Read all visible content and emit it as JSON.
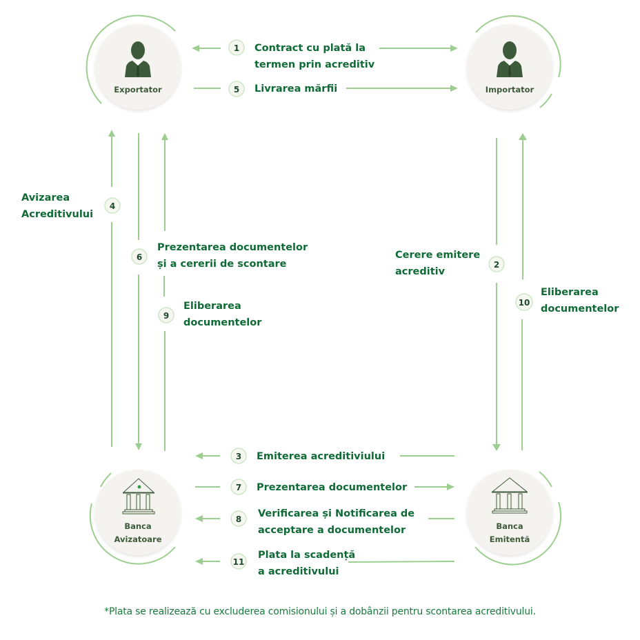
{
  "colors": {
    "line": "#9ccf8f",
    "text_green": "#0f6b35",
    "node_fill": "#f4f3ef",
    "icon_dark": "#3d5a3a",
    "bank_accent": "#2e9e4a"
  },
  "nodes": {
    "exportator": {
      "label": "Exportator",
      "icon": "person-icon"
    },
    "importator": {
      "label": "Importator",
      "icon": "person-icon"
    },
    "banca_avizatoare": {
      "label_line1": "Banca",
      "label_line2": "Avizatoare",
      "icon": "bank-icon"
    },
    "banca_emitenta": {
      "label_line1": "Banca",
      "label_line2": "Emitentă",
      "icon": "bank-icon"
    }
  },
  "steps": [
    {
      "num": "1",
      "lines": [
        "Contract cu plată la",
        "termen prin acreditiv"
      ],
      "from": "Importator",
      "to": "Exportator",
      "bidirectional": true
    },
    {
      "num": "2",
      "lines": [
        "Cerere emitere",
        "acreditiv"
      ],
      "from": "Importator",
      "to": "Banca Emitentă"
    },
    {
      "num": "3",
      "lines": [
        "Emiterea acreditiviului"
      ],
      "from": "Banca Emitentă",
      "to": "Banca Avizatoare"
    },
    {
      "num": "4",
      "lines": [
        "Avizarea",
        "Acreditivului"
      ],
      "from": "Banca Avizatoare",
      "to": "Exportator"
    },
    {
      "num": "5",
      "lines": [
        "Livrarea mărfii"
      ],
      "from": "Exportator",
      "to": "Importator"
    },
    {
      "num": "6",
      "lines": [
        "Prezentarea documentelor",
        "și a cererii de scontare"
      ],
      "from": "Exportator",
      "to": "Banca Avizatoare"
    },
    {
      "num": "7",
      "lines": [
        "Prezentarea documentelor"
      ],
      "from": "Banca Avizatoare",
      "to": "Banca Emitentă"
    },
    {
      "num": "8",
      "lines": [
        "Verificarea și Notificarea de",
        "acceptare a documentelor"
      ],
      "from": "Banca Emitentă",
      "to": "Banca Avizatoare"
    },
    {
      "num": "9",
      "lines": [
        "Eliberarea",
        "documentelor"
      ],
      "from": "Banca Avizatoare",
      "to": "Exportator"
    },
    {
      "num": "10",
      "lines": [
        "Eliberarea",
        "documentelor"
      ],
      "from": "Banca Emitentă",
      "to": "Importator"
    },
    {
      "num": "11",
      "lines": [
        "Plata la scadență",
        "a acreditivului"
      ],
      "from": "Banca Emitentă",
      "to": "Banca Avizatoare"
    }
  ],
  "footnote": "*Plata se realizează cu excluderea comisionului și a dobânzii pentru scontarea acreditivului."
}
